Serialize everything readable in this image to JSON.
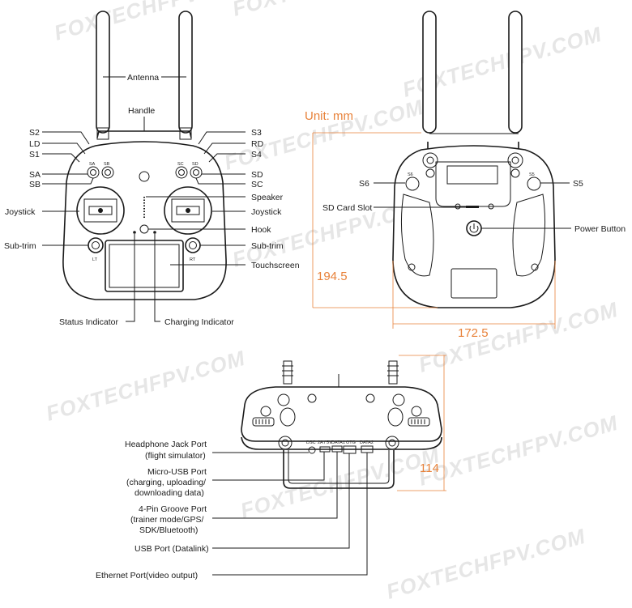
{
  "watermark": "FOXTECHFPV.COM",
  "front_view": {
    "labels": {
      "antenna": "Antenna",
      "handle": "Handle",
      "s2": "S2",
      "ld": "LD",
      "s1": "S1",
      "sa": "SA",
      "sb": "SB",
      "joystick_left": "Joystick",
      "subtrim_left": "Sub-trim",
      "s3": "S3",
      "rd": "RD",
      "s4": "S4",
      "sd": "SD",
      "sc": "SC",
      "speaker": "Speaker",
      "joystick_right": "Joystick",
      "hook": "Hook",
      "subtrim_right": "Sub-trim",
      "touchscreen": "Touchscreen",
      "status_indicator": "Status Indicator",
      "charging_indicator": "Charging Indicator"
    },
    "device_marks": {
      "sa": "SA",
      "sb": "SB",
      "sc": "SC",
      "sd": "SD",
      "lt": "LT",
      "rt": "RT"
    }
  },
  "back_view": {
    "unit": "Unit: mm",
    "height": "194.5",
    "width": "172.5",
    "labels": {
      "s6": "S6",
      "s5": "S5",
      "sd_card_slot": "SD Card Slot",
      "power_button": "Power Button"
    },
    "device_marks": {
      "s6": "S6",
      "s5": "S5"
    }
  },
  "bottom_view": {
    "depth": "114",
    "labels": {
      "headphone_1": "Headphone Jack Port",
      "headphone_2": "(flight simulator)",
      "micro_usb_1": "Micro-USB Port",
      "micro_usb_2": "(charging, uploading/",
      "micro_usb_3": "downloading data)",
      "groove_1": "4-Pin Groove Port",
      "groove_2": "(trainer mode/GPS/",
      "groove_3": "SDK/Bluetooth)",
      "usb_datalink": "USB Port (Datalink)",
      "ethernet": "Ethernet Port(video output)"
    },
    "port_marks": {
      "dsc": "DSC",
      "micro": "2A / 5V",
      "data1": "DATA1",
      "otg": "OTG",
      "data2": "DATA2"
    }
  },
  "colors": {
    "accent": "#e8823a",
    "line": "#1a1a1a",
    "watermark": "#e6e6e6"
  }
}
